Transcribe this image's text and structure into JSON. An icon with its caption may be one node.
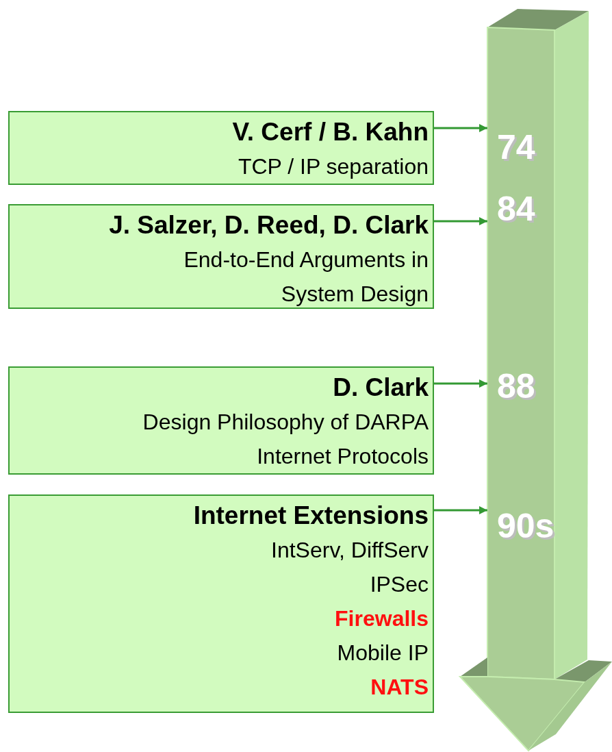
{
  "diagram": {
    "nodes": [
      {
        "text": [
          "V. Cerf / B. Kahn",
          "TCP / IP separation"
        ]
      },
      {
        "text": [
          "J. Salzer, D. Reed, D. Clark",
          "End-to-End Arguments in System Design"
        ]
      },
      {
        "text": [
          "D. Clark",
          "Design Philosophy of DARPA Internet Protocols"
        ]
      },
      {
        "text": [
          "Internet Extensions",
          "IntServ, DiffServ",
          "IPSec",
          "Firewalls",
          "Mobile IP",
          "NATS"
        ]
      },
      {
        "text": [],
        "shape": "arrow"
      }
    ],
    "edges": [
      {
        "from": 0,
        "to": 4,
        "arrow": "to"
      },
      {
        "from": 1,
        "to": 4,
        "arrow": "to"
      },
      {
        "from": 2,
        "to": 4,
        "arrow": "to"
      },
      {
        "from": 3,
        "to": 4,
        "arrow": "to"
      }
    ],
    "labels": [
      "74",
      "84",
      "88",
      "90s"
    ]
  }
}
